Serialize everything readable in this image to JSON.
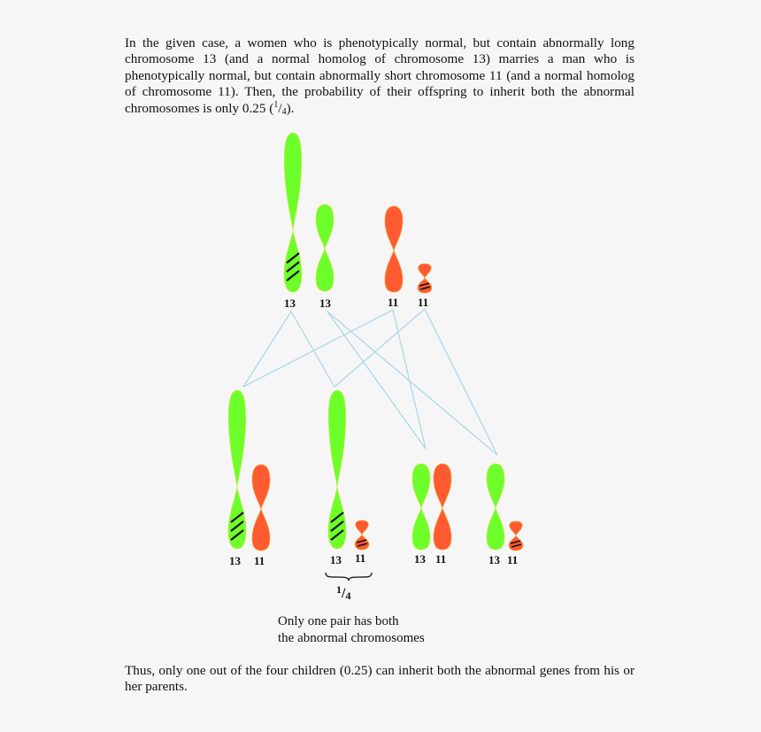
{
  "intro": {
    "text": "In the given case, a women who is phenotypically normal, but contain abnormally long chromosome 13 (and a normal homolog of chromosome 13) marries a man who is phenotypically normal, but contain abnormally short chromosome 11 (and a normal homolog of chromosome 11).  Then, the probability of their offspring to inherit both the abnormal chromosomes is only 0.25 (",
    "frac_num": "1",
    "frac_sep": "/",
    "frac_den": "4",
    "tail": ")."
  },
  "diagram": {
    "colors": {
      "chr13": "#6dff2a",
      "chr11": "#ff5a30",
      "lines": "#a9d6e5",
      "marks": "#111111"
    },
    "parents": [
      {
        "label": "13",
        "type": "abnormal-long"
      },
      {
        "label": "13",
        "type": "normal"
      },
      {
        "label": "11",
        "type": "normal"
      },
      {
        "label": "11",
        "type": "abnormal-short"
      }
    ],
    "children": [
      {
        "labels": [
          "13",
          "11"
        ],
        "desc": "abnormal 13 + normal 11"
      },
      {
        "labels": [
          "13",
          "11"
        ],
        "desc": "abnormal 13 + abnormal 11"
      },
      {
        "labels": [
          "13",
          "11"
        ],
        "desc": "normal 13 + normal 11"
      },
      {
        "labels": [
          "13",
          "11"
        ],
        "desc": "normal 13 + abnormal 11"
      }
    ],
    "fraction_num": "1",
    "fraction_den": "4",
    "note_line1": "Only one pair has both",
    "note_line2": "the abnormal chromosomes"
  },
  "outro": {
    "text": "Thus, only one out of the four children (0.25) can inherit both the abnormal genes from his or her parents."
  }
}
